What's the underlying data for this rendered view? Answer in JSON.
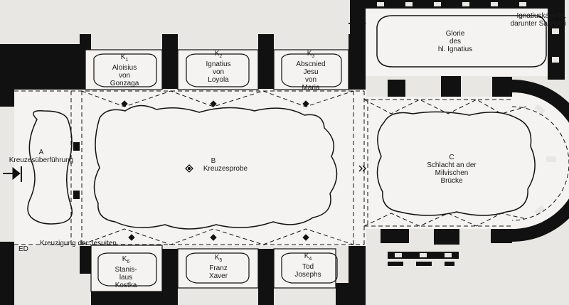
{
  "colors": {
    "paper": "#e9e7e4",
    "wall": "#111111",
    "room": "#f4f3f1",
    "ink": "#1a1a1a"
  },
  "labels": {
    "k1": {
      "mark": "K",
      "num": "1",
      "lines": [
        "Aloisius",
        "von",
        "Gonzaga"
      ]
    },
    "k2": {
      "mark": "K",
      "num": "2",
      "lines": [
        "Ignatius",
        "von",
        "Loyola"
      ]
    },
    "k3": {
      "mark": "K",
      "num": "3",
      "lines": [
        "Abscnied",
        "Jesu",
        "von",
        "Maria"
      ]
    },
    "k4": {
      "mark": "K",
      "num": "4",
      "lines": [
        "Tod",
        "Josephs"
      ]
    },
    "k5": {
      "mark": "K",
      "num": "5",
      "lines": [
        "Franz",
        "Xaver"
      ]
    },
    "k6": {
      "mark": "K",
      "num": "6",
      "lines": [
        "Stanis-",
        "laus",
        "Kostka"
      ]
    },
    "a": {
      "letter": "A",
      "text": "Kreuzesüberführung"
    },
    "b": {
      "letter": "B",
      "text": "Kreuzesprobe"
    },
    "c": {
      "letter": "C",
      "lines": [
        "Schlacht an der",
        "Milvischen",
        "Brücke"
      ]
    },
    "glorie": {
      "lines": [
        "Glorie",
        "des",
        "hl. Ignatius"
      ]
    },
    "kapelle": {
      "lines": [
        "Ignatiuskapelle,",
        "darunter Sakristei"
      ]
    },
    "ed": "ED",
    "kreuzigung": "Kreuzigung der Jesuiten"
  }
}
